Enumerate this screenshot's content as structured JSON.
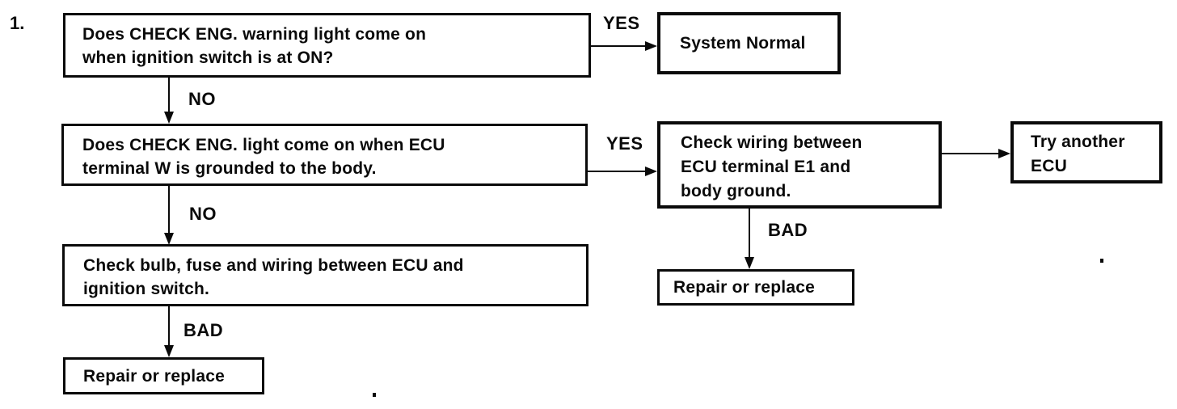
{
  "page": {
    "background_color": "#ffffff",
    "ink_color": "#0a0a0a"
  },
  "diagram": {
    "step_number": "1.",
    "boxes": {
      "q1": {
        "lines": [
          "Does CHECK ENG. warning light come on",
          "when ignition switch is at ON?"
        ]
      },
      "system_normal": {
        "lines": [
          "System Normal"
        ]
      },
      "q2": {
        "lines": [
          "Does CHECK ENG. light come on when ECU",
          "terminal W is grounded to the body."
        ]
      },
      "check_wiring": {
        "lines": [
          "Check wiring between",
          "ECU terminal E1 and",
          "body ground."
        ]
      },
      "try_another_ecu": {
        "lines": [
          "Try another",
          "ECU"
        ]
      },
      "repair_right": {
        "lines": [
          "Repair or replace"
        ]
      },
      "check_bulb": {
        "lines": [
          "Check bulb, fuse and wiring between ECU and",
          "ignition switch."
        ]
      },
      "repair_left": {
        "lines": [
          "Repair or replace"
        ]
      }
    },
    "labels": {
      "yes_top": "YES",
      "no_top": "NO",
      "yes_mid": "YES",
      "no_mid": "NO",
      "bad_right": "BAD",
      "bad_left": "BAD"
    }
  }
}
